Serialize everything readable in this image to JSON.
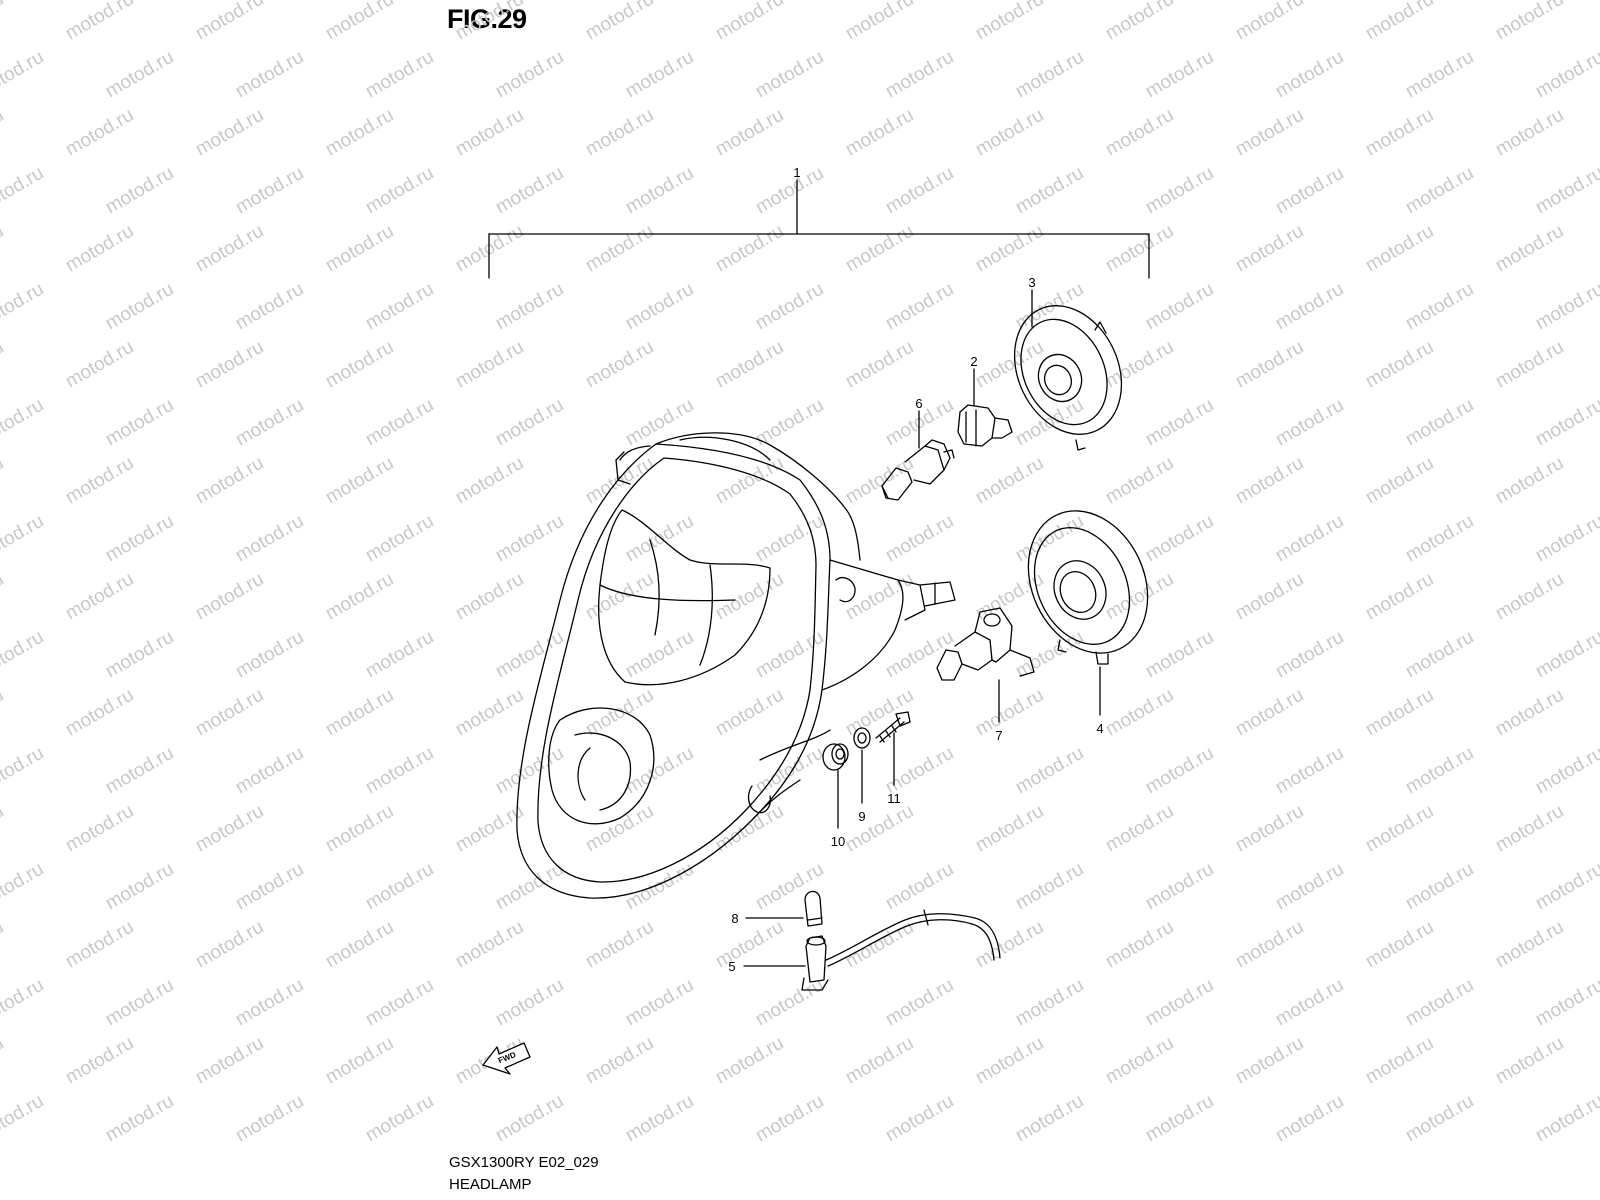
{
  "figure": {
    "title": "FIG.29",
    "model_code": "GSX1300RY E02_029",
    "name": "HEADLAMP"
  },
  "watermark": "motod.ru",
  "fwd_label": "FWD",
  "callouts": [
    "1",
    "2",
    "3",
    "4",
    "5",
    "6",
    "7",
    "8",
    "9",
    "10",
    "11"
  ]
}
